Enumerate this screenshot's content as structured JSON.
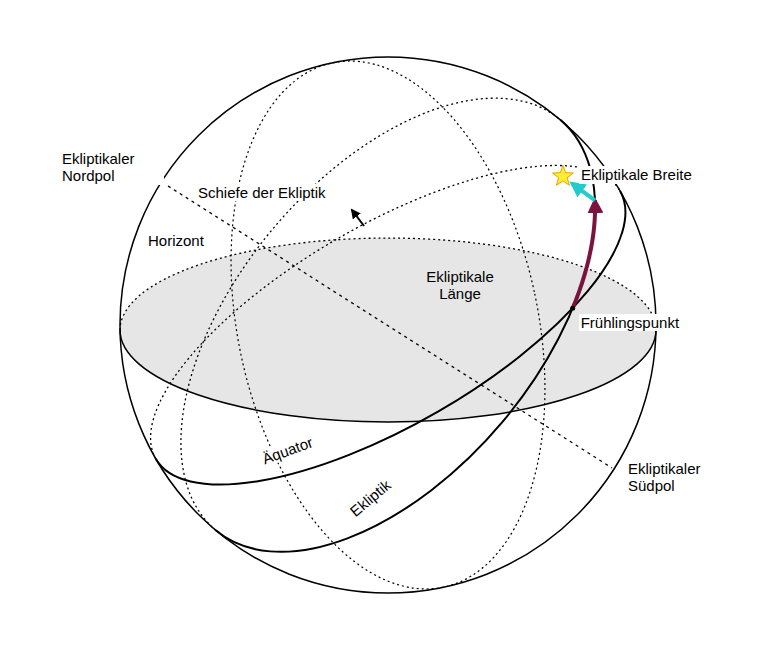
{
  "diagram": {
    "labels": [
      "Ekliptikaler Nordpol",
      "Schiefe der Ekliptik",
      "Horizont",
      "Ekliptikale Breite",
      "Ekliptikale Länge",
      "Frühlingspunkt",
      "Ekliptikaler Südpol",
      "Äquator",
      "Ekliptik"
    ]
  }
}
